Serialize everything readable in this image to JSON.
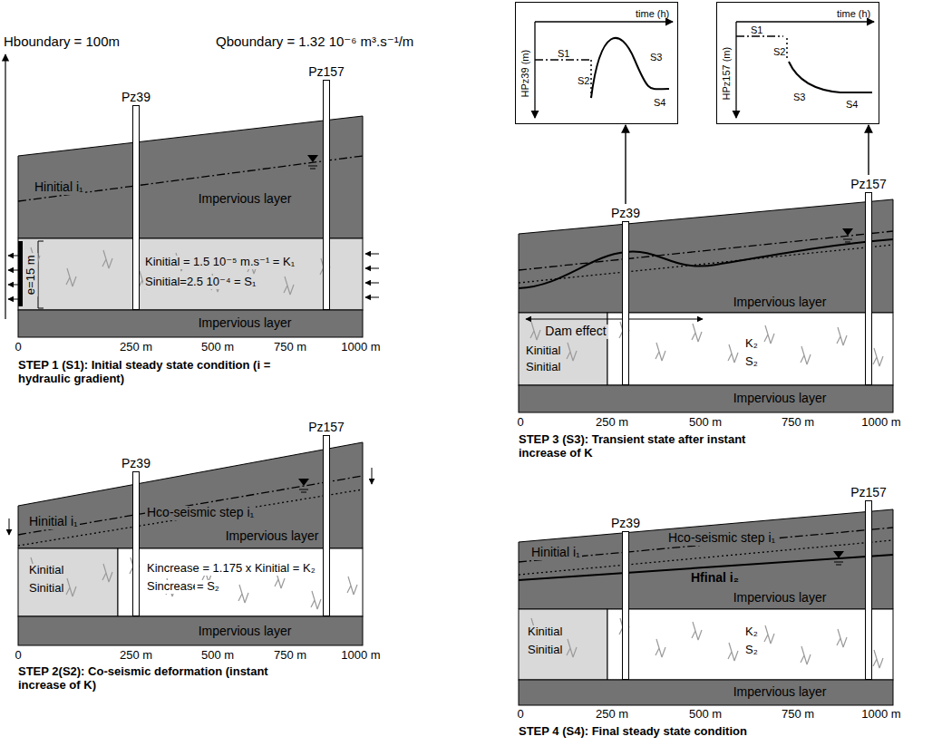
{
  "diagram": {
    "nodes": [
      {
        "text": [
          "time (h)",
          "HPz39 (m)",
          "S1",
          "S2",
          "S3",
          "S4"
        ]
      },
      {
        "text": [
          "time (h)",
          "HPz157 (m)",
          "S1",
          "S2",
          "S3",
          "S4"
        ]
      },
      {
        "text": [
          "STEP 1 (S1): Initial steady state condition (i = hydraulic gradient)"
        ]
      },
      {
        "text": [
          "Kinitial = 1.5 10⁻⁵ m.s⁻¹ = K₁",
          "Sinitial=2.5 10⁻⁴ = S₁"
        ],
        "in": 2
      },
      {
        "text": [
          "Pz39"
        ],
        "in": 2
      },
      {
        "text": [
          "Pz157"
        ],
        "in": 2
      },
      {
        "text": [
          "STEP 2(S2): Co-seismic deformation (instant increase of K)"
        ]
      },
      {
        "text": [
          "Kinitial",
          "Sinitial"
        ],
        "in": 6
      },
      {
        "text": [
          "Kincrease = 1.175 x Kinitial = K₂",
          "Sincrease = ?",
          "= S₂"
        ],
        "in": 6
      },
      {
        "text": [
          "Pz39"
        ],
        "in": 6
      },
      {
        "text": [
          "Pz157"
        ],
        "in": 6
      },
      {
        "text": [
          "STEP 3 (S3): Transient state after instant increase of K"
        ]
      },
      {
        "text": [
          "Kinitial",
          "Sinitial"
        ],
        "in": 11
      },
      {
        "text": [
          "K₂",
          "S₂"
        ],
        "in": 11
      },
      {
        "text": [
          "Pz39"
        ],
        "in": 11
      },
      {
        "text": [
          "Pz157"
        ],
        "in": 11
      },
      {
        "text": [
          "STEP 4 (S4): Final steady state condition"
        ]
      },
      {
        "text": [
          "Kinitial",
          "Sinitial"
        ],
        "in": 16
      },
      {
        "text": [
          "K₂",
          "S₂"
        ],
        "in": 16
      },
      {
        "text": [
          "Pz39"
        ],
        "in": 16
      },
      {
        "text": [
          "Pz157"
        ],
        "in": 16
      }
    ],
    "edges": [
      {
        "from": 14,
        "to": 0,
        "arrow": "to"
      },
      {
        "from": 15,
        "to": 1,
        "arrow": "to"
      }
    ],
    "labels": [
      "Hboundary = 100m",
      "Qboundary = 1.32 10⁻⁶ m³.s⁻¹/m",
      "Hinitial i₁",
      "Impervious layer",
      "e=15 m",
      "Impervious layer",
      "0",
      "250 m",
      "500 m",
      "750 m",
      "1000 m",
      "Hinitial i₁",
      "Hco-seismic step i₁",
      "Impervious layer",
      "Impervious layer",
      "0",
      "250 m",
      "500 m",
      "750 m",
      "1000 m",
      "Dam effect",
      "Impervious layer",
      "Impervious layer",
      "0",
      "250 m",
      "500 m",
      "750 m",
      "1000 m",
      "Hinitial i₁",
      "Hco-seismic step i₁",
      "Hfinal i₂",
      "Impervious layer",
      "Impervious layer",
      "0",
      "250 m",
      "500 m",
      "750 m",
      "1000 m"
    ]
  }
}
